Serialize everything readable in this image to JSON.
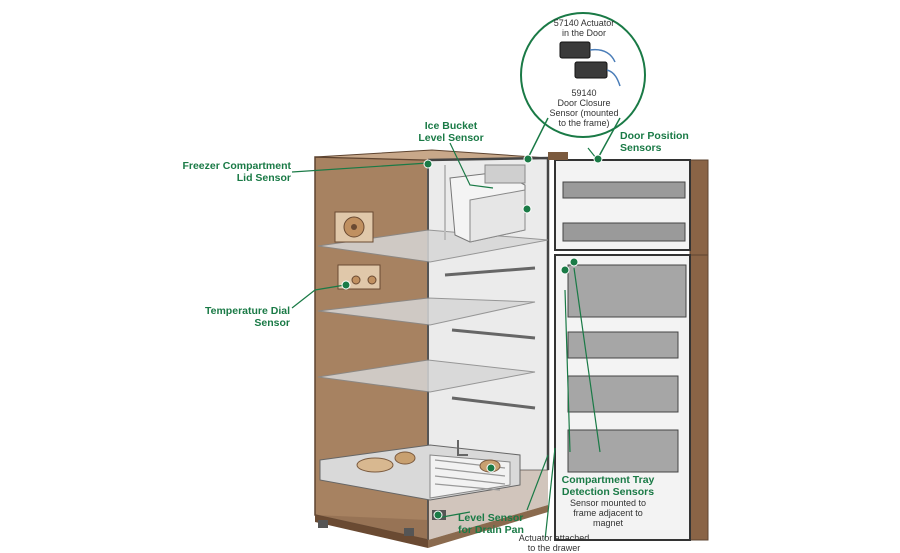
{
  "colors": {
    "accent": "#1a7a46",
    "cabinet": "#a78261",
    "cabinet_dark": "#7b5a3e",
    "interior": "#e8e8e8",
    "shelf": "#cfcfcf",
    "sensor_dot": "#1a7a46"
  },
  "callout": {
    "actuator_line1": "57140 Actuator",
    "actuator_line2": "in the Door",
    "sensor_line1": "59140",
    "sensor_line2": "Door Closure",
    "sensor_line3": "Sensor (mounted",
    "sensor_line4": "to the frame)"
  },
  "labels": {
    "ice_bucket": [
      "Ice Bucket",
      "Level Sensor"
    ],
    "freezer_lid": [
      "Freezer Compartment",
      "Lid Sensor"
    ],
    "door_position": [
      "Door Position",
      "Sensors"
    ],
    "temperature_dial": [
      "Temperature Dial",
      "Sensor"
    ],
    "compartment_tray": [
      "Compartment Tray",
      "Detection Sensors"
    ],
    "compartment_tray_note": [
      "Sensor mounted to",
      "frame adjacent to",
      "magnet"
    ],
    "drain_pan": [
      "Level Sensor",
      "for Drain Pan"
    ],
    "drawer_note": [
      "Actuator attached",
      "to the drawer"
    ]
  }
}
